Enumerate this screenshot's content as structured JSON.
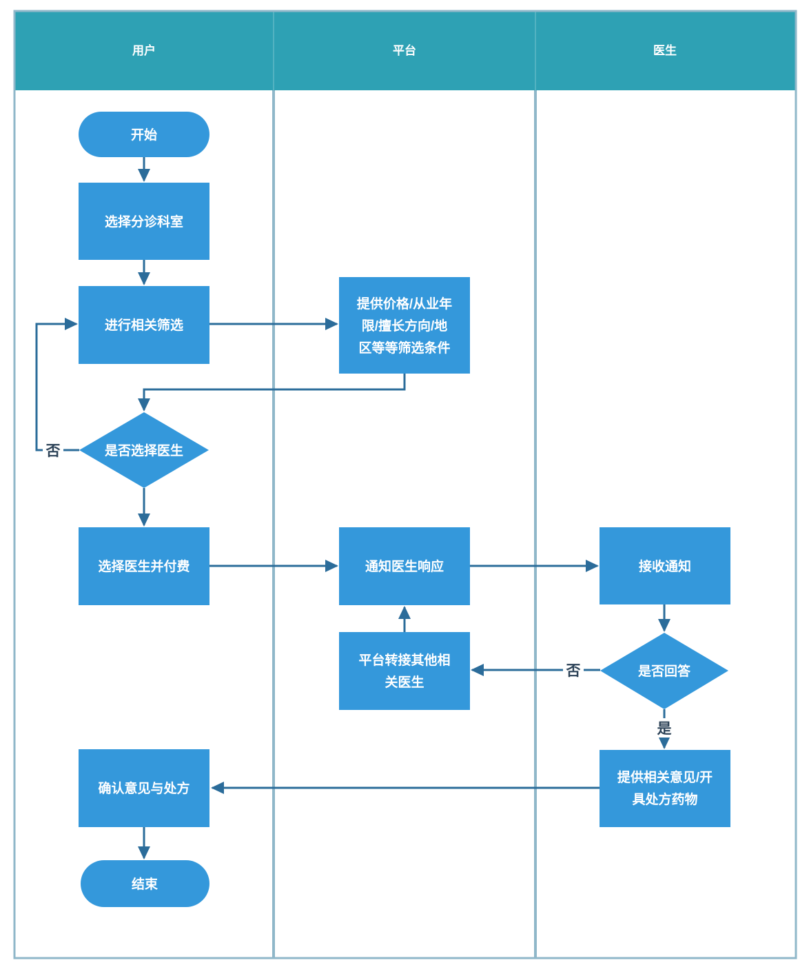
{
  "header": {
    "lanes": [
      {
        "label": "用户"
      },
      {
        "label": "平台"
      },
      {
        "label": "医生"
      }
    ]
  },
  "nodes": {
    "start": {
      "label": "开始"
    },
    "select_department": {
      "label": "选择分诊科室"
    },
    "do_filter": {
      "label": "进行相关筛选"
    },
    "filter_conditions": {
      "line1": "提供价格/从业年",
      "line2": "限/擅长方向/地",
      "line3": "区等等筛选条件"
    },
    "decide_choose_doctor": {
      "label": "是否选择医生"
    },
    "choose_pay": {
      "label": "选择医生并付费"
    },
    "notify_doctor": {
      "label": "通知医生响应"
    },
    "transfer_other": {
      "line1": "平台转接其他相",
      "line2": "关医生"
    },
    "receive_notice": {
      "label": "接收通知"
    },
    "decide_answer": {
      "label": "是否回答"
    },
    "provide_opinion": {
      "line1": "提供相关意见/开",
      "line2": "具处方药物"
    },
    "confirm_prescription": {
      "label": "确认意见与处方"
    },
    "end": {
      "label": "结束"
    }
  },
  "edge_labels": {
    "decide_choose_doctor_no": "否",
    "decide_answer_no": "否",
    "decide_answer_yes": "是"
  },
  "colors": {
    "header_bg": "#2EA1B4",
    "node_fill": "#3498DB",
    "edge_stroke": "#2B6C9A",
    "lane_border": "#8FB7C9",
    "node_text": "#FFFFFF",
    "edge_label_text": "#2C4257"
  }
}
